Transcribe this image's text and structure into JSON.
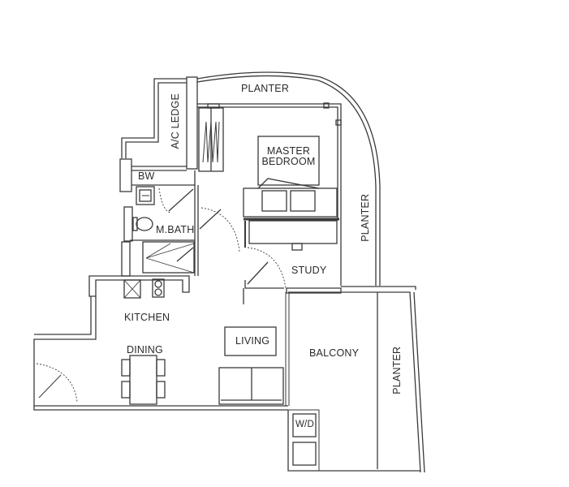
{
  "floor_plan": {
    "rooms": [
      {
        "id": "planter_top",
        "label": "PLANTER"
      },
      {
        "id": "ac_ledge",
        "label": "A/C LEDGE"
      },
      {
        "id": "master_bedroom",
        "label_line1": "MASTER",
        "label_line2": "BEDROOM"
      },
      {
        "id": "bw",
        "label": "BW"
      },
      {
        "id": "m_bath",
        "label": "M.BATH"
      },
      {
        "id": "planter_right",
        "label": "PLANTER"
      },
      {
        "id": "study",
        "label": "STUDY"
      },
      {
        "id": "kitchen",
        "label": "KITCHEN"
      },
      {
        "id": "dining",
        "label": "DINING"
      },
      {
        "id": "living",
        "label": "LIVING"
      },
      {
        "id": "balcony",
        "label": "BALCONY"
      },
      {
        "id": "planter_balcony",
        "label": "PLANTER"
      },
      {
        "id": "wd",
        "label": "W/D"
      }
    ],
    "colors": {
      "line": "#3a3a3a",
      "background": "#ffffff"
    }
  }
}
